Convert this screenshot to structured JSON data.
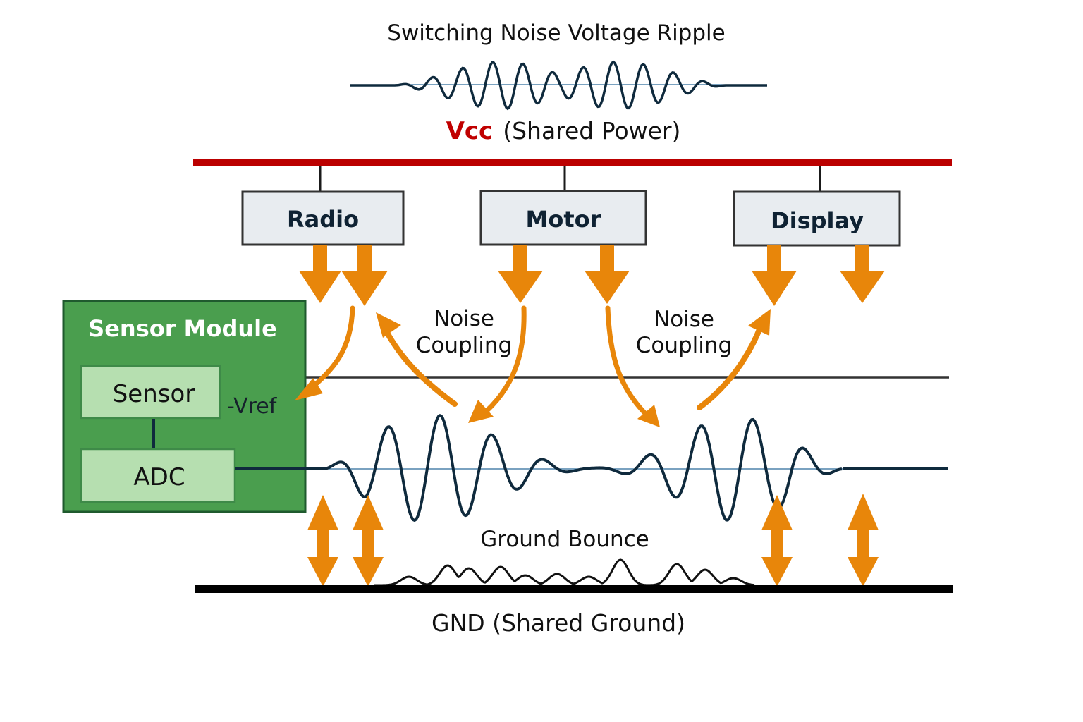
{
  "title": "Switching Noise Voltage Ripple",
  "vcc": {
    "label": "Vcc",
    "description": "(Shared Power)",
    "color": "#c00000"
  },
  "blocks": [
    {
      "id": "radio",
      "label": "Radio"
    },
    {
      "id": "motor",
      "label": "Motor"
    },
    {
      "id": "display",
      "label": "Display"
    }
  ],
  "sensor_module": {
    "title": "Sensor Module",
    "sensor_label": "Sensor",
    "adc_label": "ADC",
    "vref_label": "-Vref",
    "color": "#4a9e4e",
    "inner_color": "#b6dfb0"
  },
  "noise_coupling_labels": [
    {
      "line1": "Noise",
      "line2": "Coupling"
    },
    {
      "line1": "Noise",
      "line2": "Coupling"
    }
  ],
  "ground_bounce_label": "Ground Bounce",
  "gnd": {
    "label": "GND (Shared Ground)"
  },
  "colors": {
    "arrow": "#e8860a",
    "wave": "#0f2a3d",
    "rail_dark": "#333333",
    "block_fill": "#e8ecf0"
  }
}
